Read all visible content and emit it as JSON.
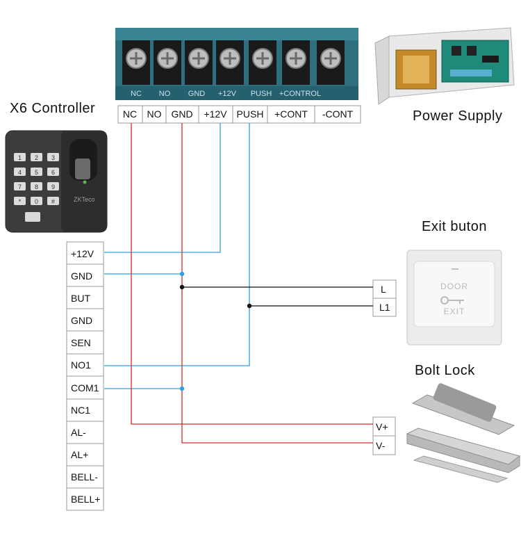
{
  "titles": {
    "controller": "X6 Controller",
    "power_supply": "Power Supply",
    "exit_button": "Exit buton",
    "bolt_lock": "Bolt Lock"
  },
  "power_terminals": [
    "NC",
    "NO",
    "GND",
    "+12V",
    "PUSH",
    "+CONT",
    "-CONT"
  ],
  "strip_labels": [
    "NC",
    "NO",
    "GND",
    "+12V",
    "PUSH",
    "+CONTROL"
  ],
  "controller_terminals": [
    "+12V",
    "GND",
    "BUT",
    "GND",
    "SEN",
    "NO1",
    "COM1",
    "NC1",
    "AL-",
    "AL+",
    "BELL-",
    "BELL+"
  ],
  "exit_terminals": [
    "L",
    "L1"
  ],
  "lock_terminals": [
    "V+",
    "V-"
  ],
  "exit_button_text": [
    "DOOR",
    "EXIT"
  ],
  "keypad_keys": [
    "1",
    "2",
    "3",
    "4",
    "5",
    "6",
    "7",
    "8",
    "9",
    "*",
    "0",
    "#"
  ],
  "brand": "ZKTeco",
  "colors": {
    "wire_blue": "#2f9fe0",
    "wire_red": "#d42a2a",
    "wire_black": "#111111",
    "terminal_strip": "#2e6e7e"
  }
}
